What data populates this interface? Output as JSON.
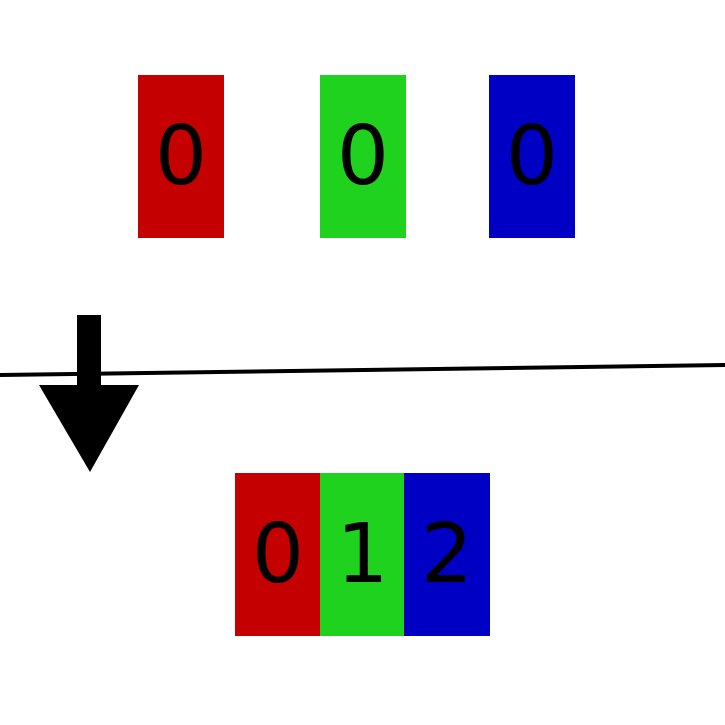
{
  "colors": {
    "red": "#c40000",
    "green": "#1ed21e",
    "blue": "#0000c4",
    "ink": "#000000"
  },
  "top_row": [
    {
      "value": "0",
      "color": "red"
    },
    {
      "value": "0",
      "color": "green"
    },
    {
      "value": "0",
      "color": "blue"
    }
  ],
  "bottom_row": [
    {
      "value": "0",
      "color": "red"
    },
    {
      "value": "1",
      "color": "green"
    },
    {
      "value": "2",
      "color": "blue"
    }
  ],
  "arrow": {
    "direction": "down"
  }
}
